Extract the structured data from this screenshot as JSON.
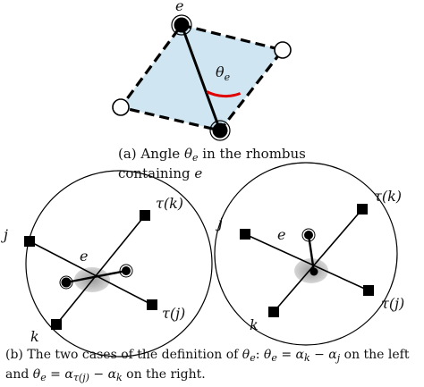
{
  "panel_a": {
    "edge_label": "e",
    "angle_label": "θ",
    "angle_label_sub": "e",
    "caption_line1_prefix": "(a)  Angle  ",
    "caption_theta": "θ",
    "caption_theta_sub": "e",
    "caption_line1_suffix": "  in  the  rhombus",
    "caption_line2_prefix": "containing ",
    "caption_line2_var": "e",
    "fill_color": "#cfe6f2",
    "angle_color": "#e00000"
  },
  "panel_b_left": {
    "label_j": "j",
    "label_k": "k",
    "label_e": "e",
    "label_tau_k": "τ(k)",
    "label_tau_j": "τ(j)"
  },
  "panel_b_right": {
    "label_j": "j",
    "label_k": "k",
    "label_e": "e",
    "label_tau_k": "τ(k)",
    "label_tau_j": "τ(j)"
  },
  "caption_b": {
    "line1_a": "(b) The two cases of the definition of ",
    "line1_b": ": ",
    "line1_c": " = ",
    "line1_d": " − ",
    "line1_e": " on the left",
    "line2_a": "and ",
    "line2_b": " = ",
    "line2_c": " − ",
    "line2_d": " on the right.",
    "theta": "θ",
    "sub_e": "e",
    "alpha": "α",
    "sub_k": "k",
    "sub_j": "j",
    "sub_tau_j": "τ(j)"
  }
}
